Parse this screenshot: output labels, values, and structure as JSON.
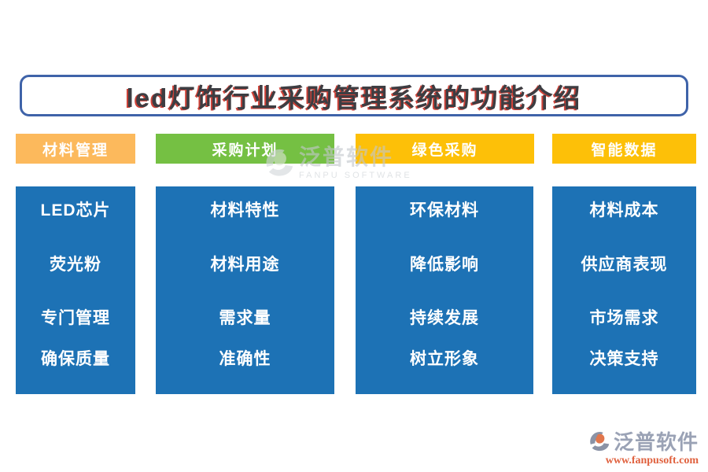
{
  "title": {
    "text": "led灯饰行业采购管理系统的功能介绍"
  },
  "columns": [
    {
      "header": "材料管理",
      "header_color": "#fcb95c",
      "items": [
        "LED芯片",
        "荧光粉",
        "专门管理",
        "确保质量"
      ]
    },
    {
      "header": "采购计划",
      "header_color": "#75c043",
      "items": [
        "材料特性",
        "材料用途",
        "需求量",
        "准确性"
      ]
    },
    {
      "header": "绿色采购",
      "header_color": "#fdc008",
      "items": [
        "环保材料",
        "降低影响",
        "持续发展",
        "树立形象"
      ]
    },
    {
      "header": "智能数据",
      "header_color": "#fdc008",
      "items": [
        "材料成本",
        "供应商表现",
        "市场需求",
        "决策支持"
      ]
    }
  ],
  "watermark": {
    "name": "泛普软件",
    "subtitle": "FANPU SOFTWARE"
  },
  "footer_logo": {
    "name": "泛普软件",
    "url": "www.fanpusoft.com"
  },
  "colors": {
    "column_blue": "#1d72b5",
    "header_orange": "#fcb95c",
    "header_green": "#75c043",
    "header_gold": "#fdc008",
    "title_border": "#3f63a9",
    "title_text": "#3d3d42",
    "title_shadow_red": "#cf4238",
    "logo_gray": "#8b93a6",
    "logo_orange": "#e1764c",
    "url_orange": "#e0613e"
  }
}
